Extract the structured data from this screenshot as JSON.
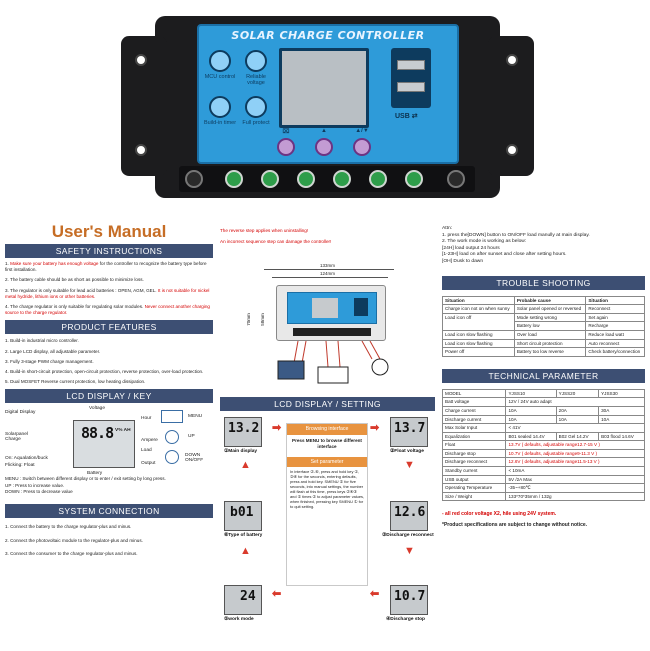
{
  "photo": {
    "panel_title": "SOLAR CHARGE CONTROLLER",
    "keys": [
      {
        "icon": "chip-icon",
        "label": "MCU control"
      },
      {
        "icon": "gear-icon",
        "label": "Reliable voltage"
      },
      {
        "icon": "clock-icon",
        "label": "Build-in timer"
      },
      {
        "icon": "lock-icon",
        "label": "Full protect"
      }
    ],
    "buttons": [
      "⌧",
      "▲",
      "▲/▼"
    ],
    "usb_label": "USB ⇄",
    "colors": {
      "panel": "#2e9bd9",
      "case": "#1c1c1e",
      "terminal": "#2e9d4a"
    }
  },
  "manual": {
    "title": "User's Manual",
    "safety": {
      "heading": "SAFETY INSTRUCTIONS",
      "items": [
        {
          "pre": "1.",
          "red": "Make sure your battery has enough voltage",
          "post": " for the controller to recognize the battery type before first installation."
        },
        {
          "pre": "2. The battery cable should be as short as possible to minimize loss.",
          "red": "",
          "post": ""
        },
        {
          "pre": "3. The regulator is only suitable for lead acid batteries : OPEN, AGM, GEL.",
          "red": " It is not suitable for nickel metal hydride, lithium ions or other batteries.",
          "post": ""
        },
        {
          "pre": "4. The charge regulator is only suitable for regulating solar modules.",
          "red": " Never connect another charging source to the charge regulator.",
          "post": ""
        }
      ]
    },
    "features": {
      "heading": "PRODUCT FEATURES",
      "items": [
        "1. Build-in industrial micro controller.",
        "2. Large LCD display, all adjustable parameter.",
        "3. Fully 3-stage PWM charge management.",
        "4. Build-in short-circuit protection, open-circuit protection, reverse protection, over-load protection.",
        "5. Dual MOSFET Reverse current protection, low heating dissipation."
      ]
    },
    "lcd_key": {
      "heading": "LCD DISPLAY / KEY",
      "lcd_number": "88.8",
      "unit": "V% AH",
      "labels": {
        "digital_display": "Digital Display",
        "voltage": "Voltage",
        "hour": "Hour",
        "solarpanel": "Solarpanel Charge",
        "ampere": "Ampere",
        "load": "Load",
        "on_line": "On: Aqualation/buck",
        "flicking": "Flicking: Float",
        "output": "Output",
        "battery": "Battery",
        "menu": "MENU",
        "up": "UP",
        "down": "DOWN ON/OFF"
      },
      "notes": [
        "MENU :  Switch between different display or to enter / exit setting by long press.",
        "UP :      Press to increase value.",
        "DOWN :  Press to decrease value"
      ]
    },
    "system": {
      "heading": "SYSTEM CONNECTION",
      "items": [
        "1. Connect the battery to the charge regulator-plus and minus.",
        "2. Connect the photovoltaic module to the regulator-plus and minus.",
        "3. Connect the consumer to the charge regulator-plus and minus."
      ]
    },
    "middle": {
      "warning1": "The reverse step applies when uninstalling!",
      "warning2": "An incorrect sequence step can damage the controller!",
      "dim_width1": "133mm",
      "dim_width2": "124mm",
      "dim_h1": "70mm",
      "dim_h2": "58mm"
    },
    "lcd_setting": {
      "heading": "LCD DISPLAY / SETTING",
      "screens": [
        {
          "value": "13.2",
          "caption": "①Main display"
        },
        {
          "value": "13.7",
          "caption": "②Float voltage"
        },
        {
          "value": "12.6",
          "caption": "③Discharge reconnect"
        },
        {
          "value": "10.7",
          "caption": "④Discharge stop"
        },
        {
          "value": "24",
          "caption": "⑤work mode"
        },
        {
          "value": "b01",
          "caption": "⑥Type of battery"
        }
      ],
      "center": {
        "browse_head": "Browsing interface",
        "browse_body": "Press MENU to browse different interface",
        "set_head": "Set parameter",
        "set_text": "In interface ②-⑥, press and hold key ①, ②④ for the seconds, entering defaults, press and hold key. SMENU ① for five seconds, into manual settings, the number will flash at this time, press keys ②④③ and ① times ② to adjust  parameter values, when finished, pressing key  SMENU ① for to quit  setting."
      }
    },
    "attn": {
      "title": "Attn:",
      "lines": [
        "1.  press the[DOWN] button to ON/OFF load manully at main display.",
        "2.  The work mode is working as below:",
        "[24H]        load output 24 hours",
        "[1-23H]     load on after sunset and close after setting hours.",
        "[OH]         Dusk to dawn"
      ]
    },
    "trouble": {
      "heading": "TROUBLE SHOOTING",
      "headers": [
        "Situation",
        "Probable cause",
        "Situation"
      ],
      "rows": [
        [
          "Charge icon not on when sunny",
          "Solar panel opened or reversed",
          "Reconnect"
        ],
        [
          "Load icon off",
          "Mode setting wrong",
          "Set again"
        ],
        [
          "",
          "Battery low",
          "Recharge"
        ],
        [
          "Load icon slow flashing",
          "Over load",
          "Reduce load watt"
        ],
        [
          "Load icon slow flashing",
          "Short circuit protection",
          "Auto reconnect"
        ],
        [
          "Power off",
          "Battery too low reverse",
          "Check battery/connection"
        ]
      ]
    },
    "technical": {
      "heading": "TECHNICAL PARAMETER",
      "model_row": [
        "MODEL",
        "YJSS10",
        "YJSS20",
        "YJSS30"
      ],
      "batt_voltage": [
        "Batt voltage",
        "12V / 24V auto adapt"
      ],
      "charge_current": [
        "Charge current",
        "10A",
        "20A",
        "30A"
      ],
      "discharge_current": [
        "Discharge current",
        "10A",
        "10A",
        "10A"
      ],
      "max_solar": [
        "Max Solar Input",
        "< 41V"
      ],
      "equalization": [
        "Equalization",
        "B01 sealed 14.4V",
        "B02 Gel 14.2V",
        "B03 flood 14.6V"
      ],
      "float": [
        "Float",
        "13.7V  ( defaults, ",
        "adjustable range12.7-15 V )"
      ],
      "discharge_stop": [
        "Discharge stop",
        "10.7V  ( defaults, ",
        "adjustable range9-11.3 V )"
      ],
      "discharge_reconnect": [
        "Discharge reconnect",
        "12.6V  ( defaults, ",
        "adjustable range11.5-13 V )"
      ],
      "standby": [
        "Standby current",
        "< 10mA"
      ],
      "usb": [
        "USB output",
        "5V /2A Max"
      ],
      "temp": [
        "Operating Temperature",
        "-35~+80℃"
      ],
      "size": [
        "Size / Weight",
        "133*70*35mm / 132g"
      ],
      "footnote_red": "- all red color voltage X2,  hile using 24V system.",
      "footnote": "*Product specifications are subject to change without notice."
    }
  }
}
